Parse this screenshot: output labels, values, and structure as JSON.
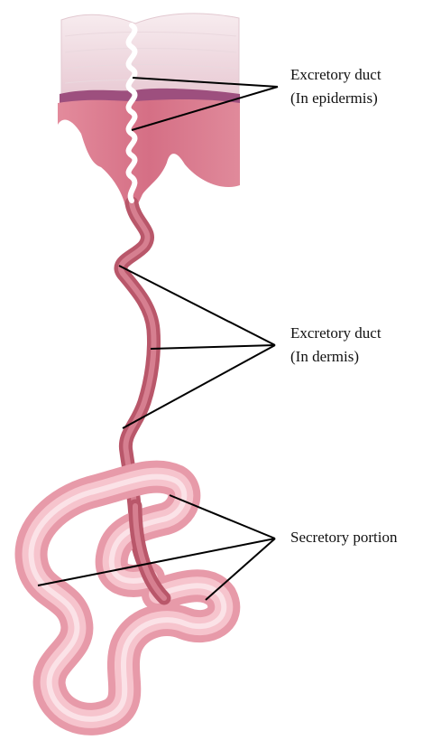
{
  "labels": {
    "epidermis_duct": {
      "line1": "Excretory duct",
      "line2": "(In epidermis)"
    },
    "dermis_duct": {
      "line1": "Excretory duct",
      "line2": "(In dermis)"
    },
    "secretory": {
      "line1": "Secretory portion"
    }
  },
  "colors": {
    "epidermis_top": "#f3e3e8",
    "basal_layer": "#9d4f7e",
    "dermis_block": "#dc7f92",
    "duct": "#c35d6e",
    "coil": "#f0a8b5",
    "leader": "#000000"
  }
}
